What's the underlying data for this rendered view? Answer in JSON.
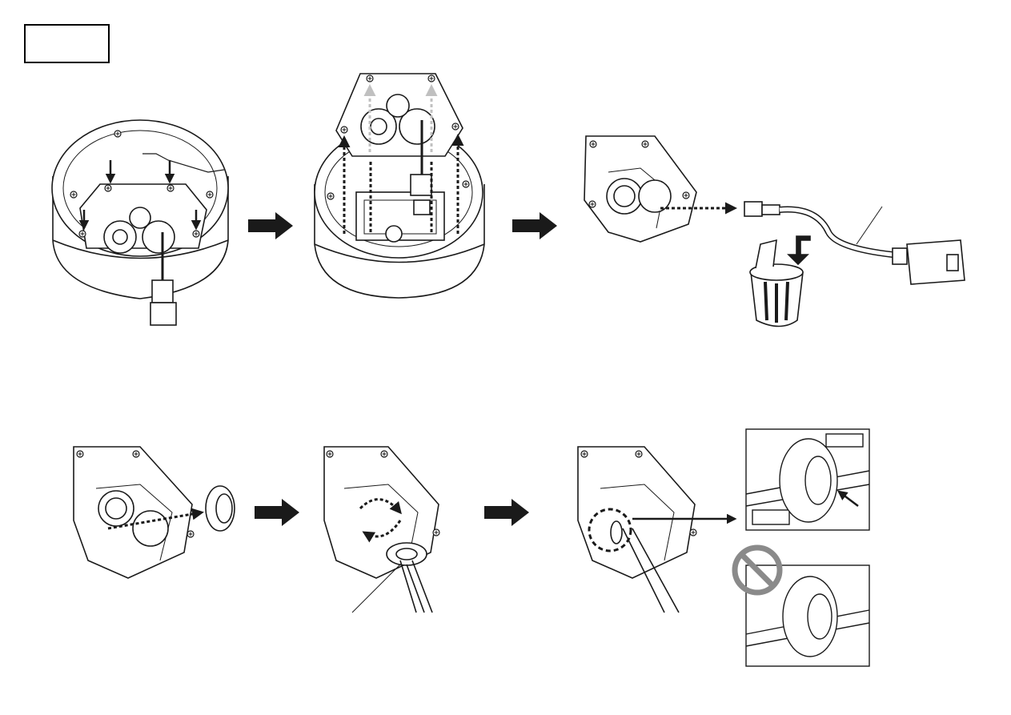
{
  "page": {
    "title_box_text": "",
    "ok_label": "",
    "ng_label": ""
  },
  "colors": {
    "line": "#1a1a1a",
    "prohibit": "#8a8a8a",
    "fill_gray": "#d8d8d8",
    "arrow_light": "#c0c0c0"
  },
  "icons": {
    "step_arrow": "right-arrow-icon",
    "trash": "trash-can-icon",
    "prohibited": "prohibited-sign-icon",
    "screw": "screw-icon"
  },
  "steps": [
    "remove-plate",
    "lift-plate",
    "discard-cable",
    "attach-grommet",
    "push-grommet",
    "check-fit"
  ]
}
